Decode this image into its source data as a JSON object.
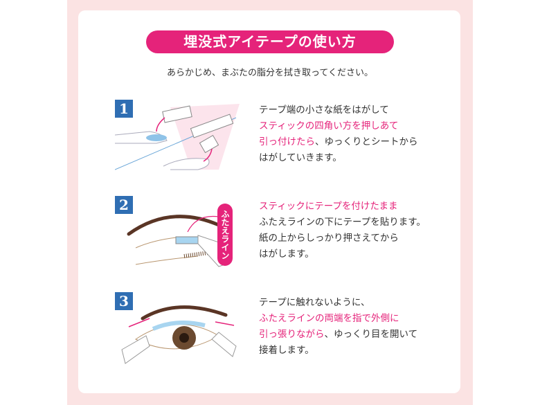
{
  "title": "埋没式アイテープの使い方",
  "subtitle": "あらかじめ、まぶたの脂分を拭き取ってください。",
  "colors": {
    "accent": "#e5237a",
    "badge": "#2f6eb3",
    "background": "#fbe3e3"
  },
  "steps": [
    {
      "number": "1",
      "lines": [
        {
          "pink": "",
          "black": "テープ端の小さな紙をはがして"
        },
        {
          "pink": "スティックの四角い方を押しあて",
          "black": ""
        },
        {
          "pink": "引っ付けたら",
          "black": "、ゆっくりとシートから"
        },
        {
          "pink": "",
          "black": "はがしていきます。"
        }
      ]
    },
    {
      "number": "2",
      "label": "ふたえライン",
      "lines": [
        {
          "pink": "スティックにテープを付けたまま",
          "black": ""
        },
        {
          "pink": "",
          "black": "ふたえラインの下にテープを貼ります。"
        },
        {
          "pink": "",
          "black": "紙の上からしっかり押さえてから"
        },
        {
          "pink": "",
          "black": "はがします。"
        }
      ]
    },
    {
      "number": "3",
      "lines": [
        {
          "pink": "",
          "black": "テープに触れないように、"
        },
        {
          "pink": "ふたえラインの両端を指で外側に",
          "black": ""
        },
        {
          "pink": "引っ張りながら",
          "black": "、ゆっくり目を開いて"
        },
        {
          "pink": "",
          "black": "接着します。"
        }
      ]
    }
  ]
}
